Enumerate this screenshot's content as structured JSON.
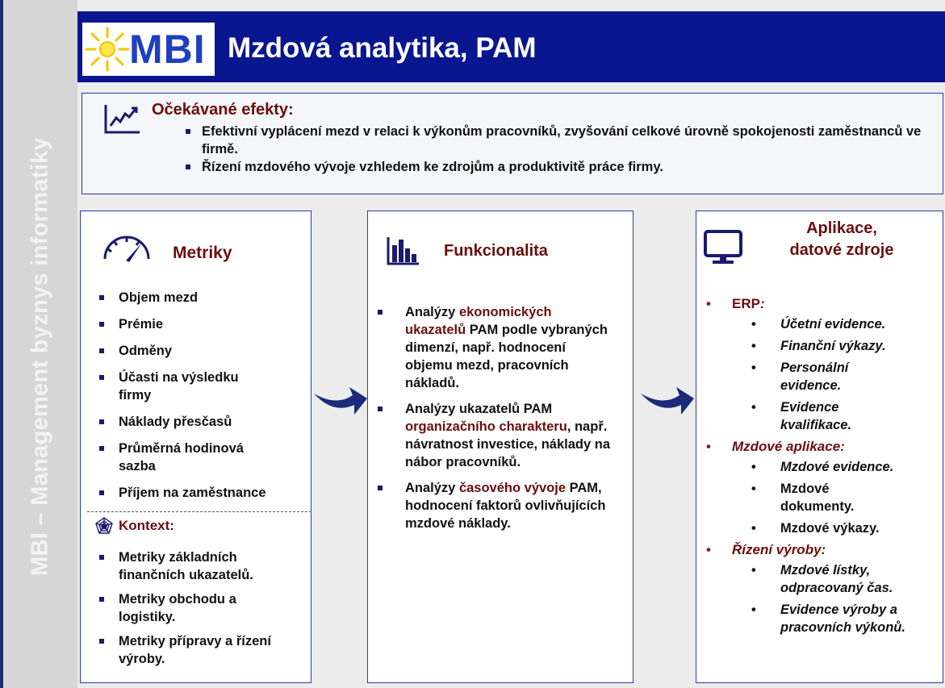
{
  "sidebar": {
    "text": "MBI – Management byznys informatiky"
  },
  "header": {
    "logo_text": "MBI",
    "title": "Mzdová analytika, PAM"
  },
  "effects": {
    "heading": "Očekávané efekty:",
    "items": [
      "Efektivní vyplácení mezd v relaci k výkonům pracovníků, zvyšování celkové úrovně spokojenosti zaměstnanců ve firmě.",
      "Řízení mzdového vývoje vzhledem ke zdrojům a produktivitě práce firmy."
    ]
  },
  "metriky": {
    "title": "Metriky",
    "items": [
      "Objem mezd",
      "Prémie",
      "Odměny",
      "Účasti na výsledku firmy",
      "Náklady přesčasů",
      "Průměrná hodinová sazba",
      "Příjem na zaměstnance"
    ],
    "context_title": "Kontext",
    "context_colon": ":",
    "context_items": [
      "Metriky základních finančních ukazatelů.",
      "Metriky obchodu a logistiky.",
      "Metriky přípravy a řízení výroby."
    ]
  },
  "funkcionalita": {
    "title": "Funkcionalita",
    "items": [
      {
        "prefix": "Analýzy ",
        "highlight": "ekonomických ukazatelů",
        "suffix": " PAM podle vybraných dimenzí, např. hodnocení objemu mezd, pracovních nákladů."
      },
      {
        "prefix": "Analýzy ukazatelů PAM ",
        "highlight": "organizačního charakteru",
        "suffix": ", např. návratnost investice, náklady na nábor pracovníků."
      },
      {
        "prefix": "Analýzy ",
        "highlight": "časového vývoje",
        "suffix": " PAM, hodnocení faktorů ovlivňujících mzdové náklady."
      }
    ]
  },
  "aplikace": {
    "title_line1": "Aplikace,",
    "title_line2": "datové zdroje",
    "categories": [
      {
        "label": "ERP",
        "label_suffix": ":",
        "items": [
          "Účetní evidence.",
          "Finanční výkazy.",
          "Personální evidence.",
          "Evidence kvalifikace."
        ]
      },
      {
        "label": "Mzdové aplikace:",
        "label_suffix": "",
        "items": [
          "Mzdové evidence.",
          "Mzdové dokumenty.",
          "Mzdové výkazy."
        ]
      },
      {
        "label": "Řízení výroby:",
        "label_suffix": "",
        "items": [
          "Mzdové lístky, odpracovaný čas.",
          "Evidence výroby a pracovních výkonů."
        ]
      }
    ]
  },
  "colors": {
    "header_bg": "#0a1590",
    "accent_dark_red": "#6a0e0e",
    "border_blue": "#2b3aa0",
    "sidebar_bg": "#d6d6d6"
  }
}
